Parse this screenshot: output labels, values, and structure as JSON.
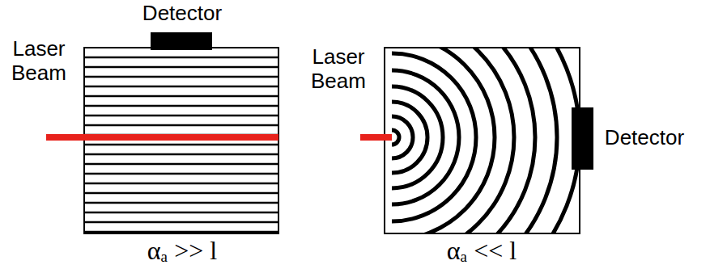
{
  "diagram": {
    "labels": [
      "Detector",
      "Laser Beam",
      "αₐ >> l",
      "Laser Beam",
      "Detector",
      "αₐ << l"
    ]
  }
}
